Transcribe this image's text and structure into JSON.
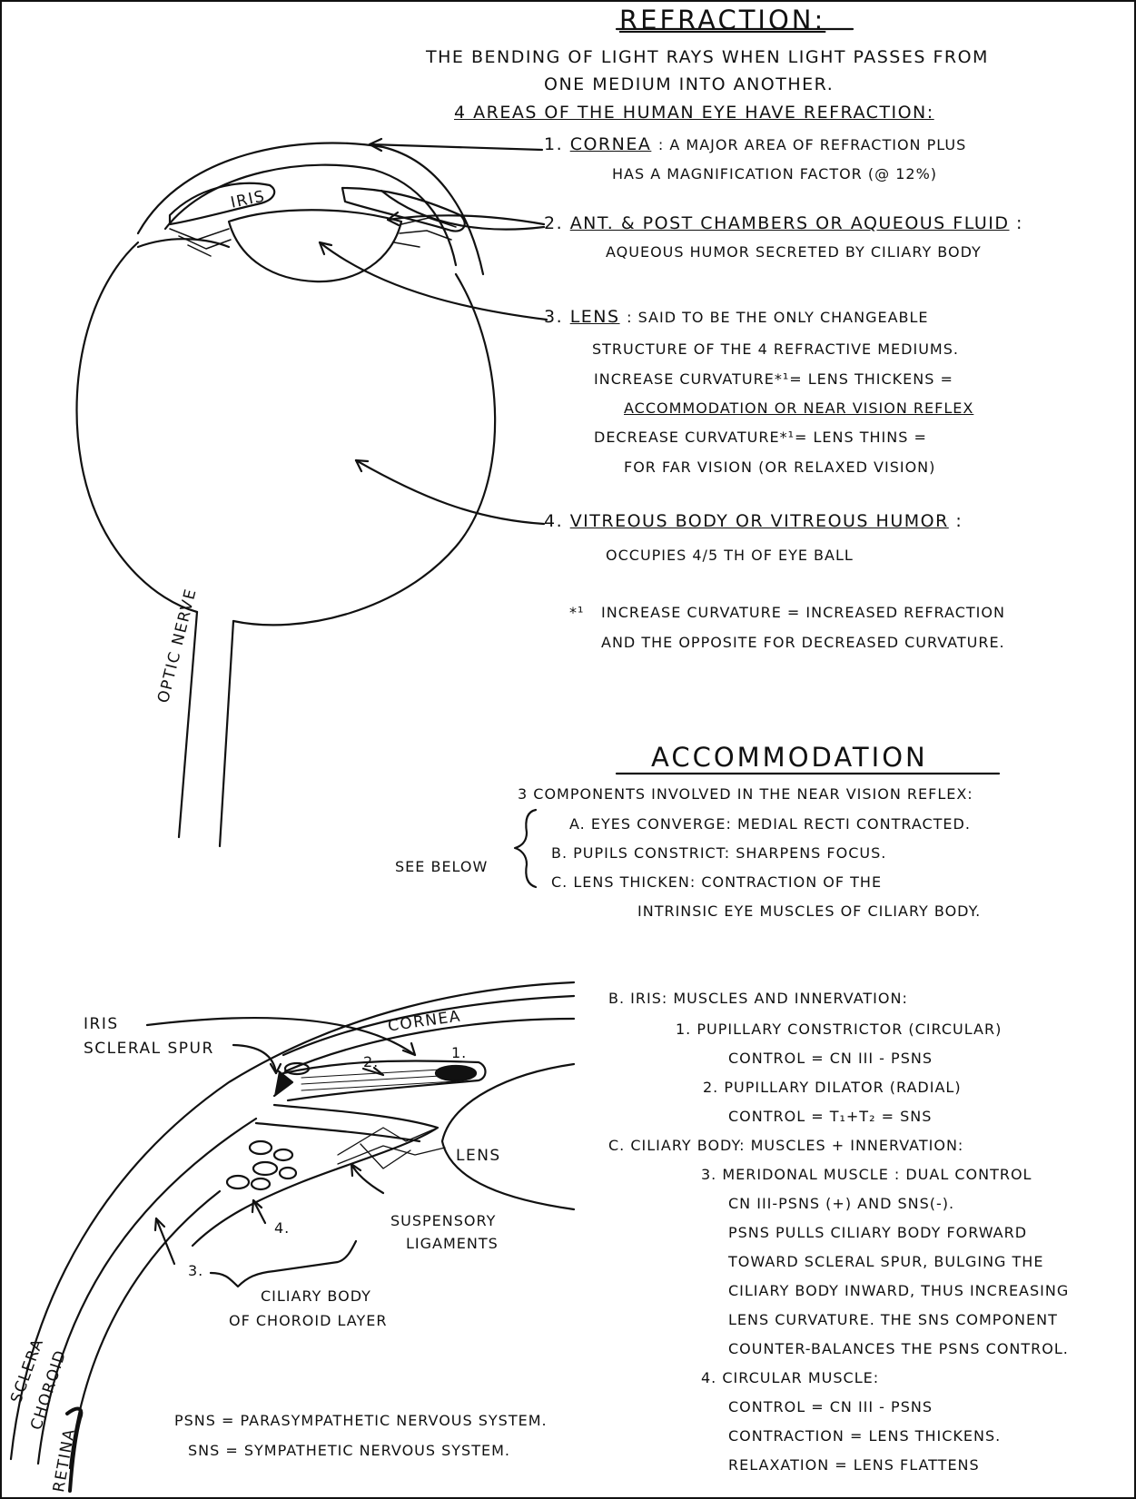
{
  "refraction": {
    "title": "REFRACTION:",
    "def1": "THE BENDING OF LIGHT RAYS WHEN LIGHT PASSES FROM",
    "def2": "ONE MEDIUM INTO ANOTHER.",
    "areas_heading": "4 AREAS OF THE HUMAN EYE HAVE REFRACTION:",
    "items": [
      {
        "num": "1.",
        "name": "CORNEA",
        "desc": ": A MAJOR AREA OF REFRACTION PLUS",
        "lines": [
          "HAS A MAGNIFICATION FACTOR (@ 12%)"
        ]
      },
      {
        "num": "2.",
        "name": "ANT. & POST CHAMBERS OR AQUEOUS FLUID",
        "desc": ":",
        "lines": [
          "AQUEOUS HUMOR SECRETED BY CILIARY BODY"
        ]
      },
      {
        "num": "3.",
        "name": "LENS",
        "desc": ": SAID TO BE THE ONLY CHANGEABLE",
        "lines": [
          "STRUCTURE OF THE 4 REFRACTIVE MEDIUMS.",
          "INCREASE CURVATURE*¹= LENS THICKENS =",
          "ACCOMMODATION OR NEAR VISION REFLEX",
          "DECREASE CURVATURE*¹= LENS THINS =",
          "FOR FAR VISION (OR RELAXED VISION)"
        ]
      },
      {
        "num": "4.",
        "name": "VITREOUS BODY OR VITREOUS HUMOR",
        "desc": ":",
        "lines": [
          "OCCUPIES 4/5 TH OF EYE BALL"
        ]
      }
    ],
    "footnote_mark": "*¹",
    "footnote1": "INCREASE CURVATURE = INCREASED REFRACTION",
    "footnote2": "AND THE OPPOSITE FOR DECREASED CURVATURE."
  },
  "eye_labels": {
    "iris": "IRIS",
    "optic_nerve": "OPTIC NERVE"
  },
  "accommodation": {
    "title": "ACCOMMODATION",
    "intro": "3 COMPONENTS INVOLVED IN THE NEAR VISION REFLEX:",
    "a": "A. EYES CONVERGE: MEDIAL RECTI CONTRACTED.",
    "see_below": "SEE BELOW",
    "b": "B. PUPILS CONSTRICT: SHARPENS FOCUS.",
    "c": "C. LENS THICKEN: CONTRACTION OF THE",
    "c2": "INTRINSIC EYE MUSCLES OF CILIARY BODY."
  },
  "detail": {
    "b_heading": "B. IRIS: MUSCLES AND INNERVATION:",
    "m1": "1. PUPILLARY CONSTRICTOR (CIRCULAR)",
    "m1c": "CONTROL = CN III - PSNS",
    "m2": "2. PUPILLARY DILATOR (RADIAL)",
    "m2c": "CONTROL = T₁+T₂ = SNS",
    "c_heading": "C. CILIARY BODY: MUSCLES + INNERVATION:",
    "m3": "3. MERIDONAL MUSCLE : DUAL CONTROL",
    "m3a": "CN III-PSNS (+) AND SNS(-).",
    "m3b": "PSNS PULLS CILIARY BODY FORWARD",
    "m3c": "TOWARD SCLERAL SPUR, BULGING THE",
    "m3d": "CILIARY BODY INWARD, THUS INCREASING",
    "m3e": "LENS CURVATURE. THE SNS COMPONENT",
    "m3f": "COUNTER-BALANCES THE PSNS CONTROL.",
    "m4": "4. CIRCULAR MUSCLE:",
    "m4a": "CONTROL = CN III - PSNS",
    "m4b": "CONTRACTION = LENS THICKENS.",
    "m4c": "RELAXATION = LENS FLATTENS"
  },
  "detail_labels": {
    "iris": "IRIS",
    "scleral_spur": "SCLERAL SPUR",
    "cornea": "CORNEA",
    "lens": "LENS",
    "suspensory": "SUSPENSORY",
    "ligaments": "LIGAMENTS",
    "ciliary": "CILIARY BODY",
    "choroid_layer": "OF CHOROID LAYER",
    "sclera": "SCLERA",
    "choroid": "CHOROID",
    "retina": "RETINA",
    "n1": "1.",
    "n2": "2.",
    "n3": "3.",
    "n4": "4."
  },
  "abbrev": {
    "psns": "PSNS = PARASYMPATHETIC NERVOUS SYSTEM.",
    "sns": "SNS = SYMPATHETIC NERVOUS SYSTEM."
  }
}
